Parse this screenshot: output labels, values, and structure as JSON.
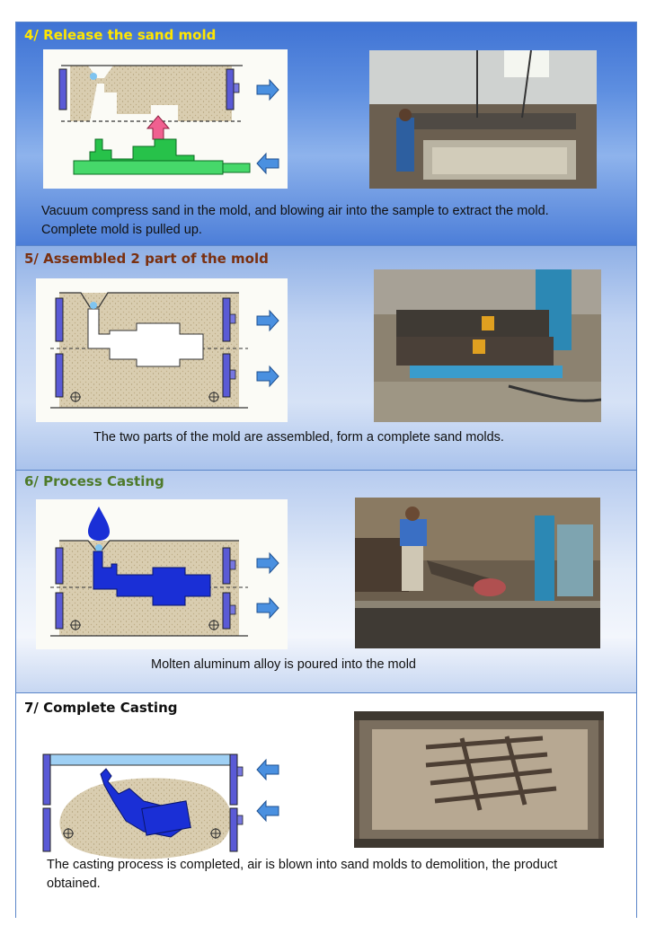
{
  "steps": [
    {
      "title": "4/ Release the sand mold",
      "caption": "Vacuum compress  sand in the mold, and blowing air into the sample to extract the mold. Complete mold is pulled up.",
      "diagram_icon": "mold-release-diagram",
      "photo_icon": "workers-lifting-mold-photo"
    },
    {
      "title": "5/ Assembled 2 part of the mold",
      "caption": "The two parts of the mold are assembled, form a complete sand molds.",
      "diagram_icon": "mold-assembly-diagram",
      "photo_icon": "assembled-mold-photo"
    },
    {
      "title": "6/ Process Casting",
      "caption": "Molten aluminum alloy is poured into the mold",
      "diagram_icon": "pouring-diagram",
      "photo_icon": "worker-pouring-photo"
    },
    {
      "title": "7/  Complete Casting",
      "caption": "The casting process is completed, air is blown into sand molds to demolition, the product obtained.",
      "diagram_icon": "demolition-diagram",
      "photo_icon": "finished-casting-photo"
    }
  ],
  "colors": {
    "sand": "#d9cdb0",
    "mold_frame": "#5a5ad6",
    "arrow": "#4a90e0",
    "pattern_green": "#27c24a",
    "metal_blue": "#1a2fd6",
    "pull_arrow": "#f06090"
  }
}
